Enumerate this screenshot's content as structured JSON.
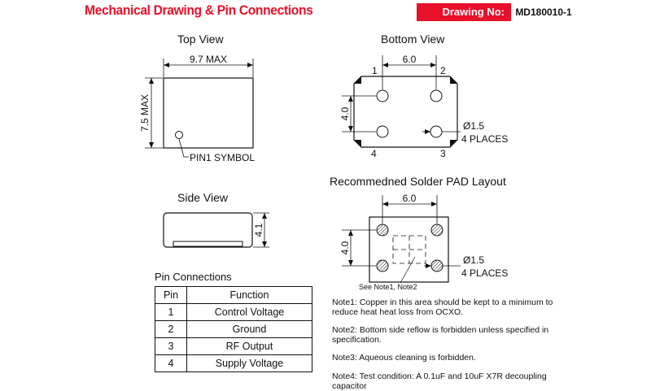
{
  "header": {
    "title": "Mechanical Drawing & Pin Connections",
    "drawing_no_label": "Drawing No:",
    "drawing_no": "MD180010-1"
  },
  "top_view": {
    "title": "Top View",
    "width_label": "9.7 MAX",
    "height_label": "7.5 MAX",
    "pin1_label": "PIN1 SYMBOL"
  },
  "bottom_view": {
    "title": "Bottom View",
    "pitch_h": "6.0",
    "pitch_v": "4.0",
    "pin_labels": [
      "1",
      "2",
      "4",
      "3"
    ],
    "diameter": "Ø1.5",
    "places": "4 PLACES"
  },
  "side_view": {
    "title": "Side View",
    "height_label": "4.1"
  },
  "solder_pad": {
    "title": "Recommedned Solder PAD Layout",
    "pitch_h": "6.0",
    "pitch_v": "4.0",
    "diameter": "Ø1.5",
    "places": "4 PLACES",
    "note_ref": "See Note1, Note2"
  },
  "pin_connections": {
    "title": "Pin Connections",
    "headers": [
      "Pin",
      "Function"
    ],
    "rows": [
      [
        "1",
        "Control Voltage"
      ],
      [
        "2",
        "Ground"
      ],
      [
        "3",
        "RF Output"
      ],
      [
        "4",
        "Supply Voltage"
      ]
    ]
  },
  "notes": [
    "Note1: Copper in this area should be kept to a minimum to reduce heat heat loss from OCXO.",
    "Note2: Bottom side reflow is forbidden unless specified in specification.",
    "Note3: Aqueous cleaning is forbidden.",
    "Note4: Test condition: A 0.1uF and 10uF X7R decoupling capacitor"
  ],
  "colors": {
    "accent": "#e8102a",
    "line": "#111111"
  }
}
